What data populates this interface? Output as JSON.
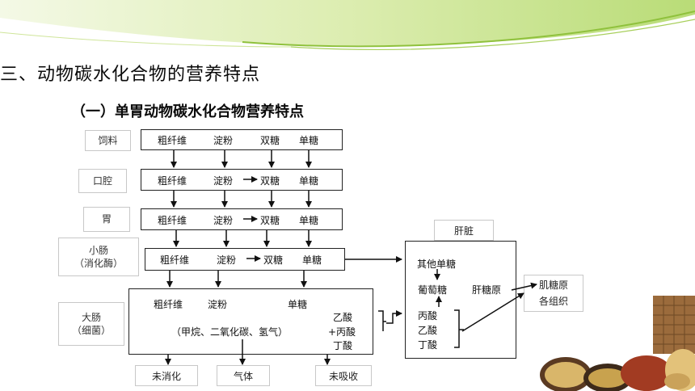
{
  "title": "三、动物碳水化合物的营养特点",
  "subtitle": "（一）单胃动物碳水化合物营养特点",
  "left_labels": {
    "feed": "饲料",
    "mouth": "口腔",
    "stomach": "胃",
    "small_intestine_1": "小肠",
    "small_intestine_2": "（消化酶）",
    "large_intestine_1": "大肠",
    "large_intestine_2": "（细菌）"
  },
  "nutrients": {
    "fiber": "粗纤维",
    "starch": "淀粉",
    "disaccharide": "双糖",
    "monosaccharide": "单糖"
  },
  "large_intestine": {
    "gases": "（甲烷、二氧化碳、氢气）",
    "acetic": "乙酸",
    "propionic": "+丙酸",
    "butyric": "丁酸"
  },
  "outputs": {
    "undigested": "未消化",
    "gas": "气体",
    "unabsorbed": "未吸收"
  },
  "liver": {
    "title": "肝脏",
    "other_sugars": "其他单糖",
    "glucose": "葡萄糖",
    "glycogen": "肝糖原",
    "propionic": "丙酸",
    "acetic": "乙酸",
    "butyric": "丁酸"
  },
  "targets": {
    "muscle_glycogen": "肌糖原",
    "tissues": "各组织"
  }
}
